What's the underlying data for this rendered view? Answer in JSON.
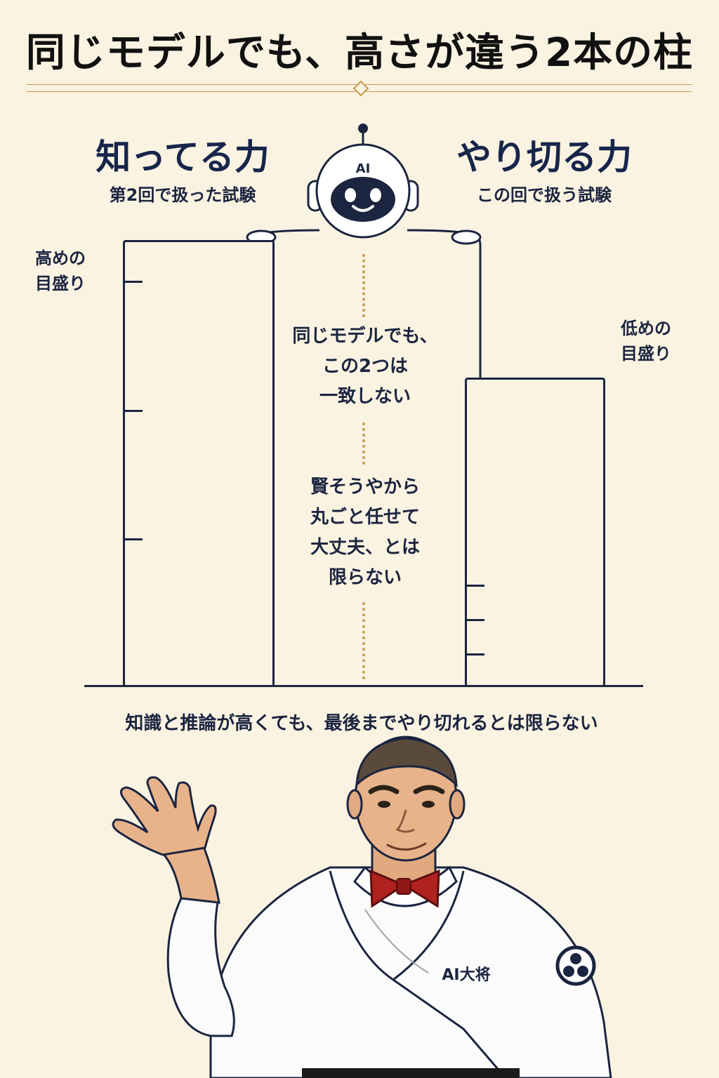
{
  "title": "同じモデルでも、高さが違う2本の柱",
  "left_pillar": {
    "heading": "知ってる力",
    "subheading": "第2回で扱った試験",
    "scale_label_line1": "高めの",
    "scale_label_line2": "目盛り"
  },
  "right_pillar": {
    "heading": "やり切る力",
    "subheading": "この回で扱う試験",
    "scale_label_line1": "低めの",
    "scale_label_line2": "目盛り"
  },
  "robot": {
    "badge": "AI"
  },
  "center_note_1": [
    "同じモデルでも、",
    "この2つは",
    "一致しない"
  ],
  "center_note_2": [
    "賢そうやから",
    "丸ごと任せて",
    "大丈夫、とは",
    "限らない"
  ],
  "caption": "知識と推論が高くても、最後までやり切れるとは限らない",
  "mascot": {
    "chest_text": "AI大将"
  },
  "colors": {
    "navy": "#1b2540",
    "gold": "#c89a4e",
    "background": "#fbf3e2",
    "bowtie": "#b0221f"
  }
}
